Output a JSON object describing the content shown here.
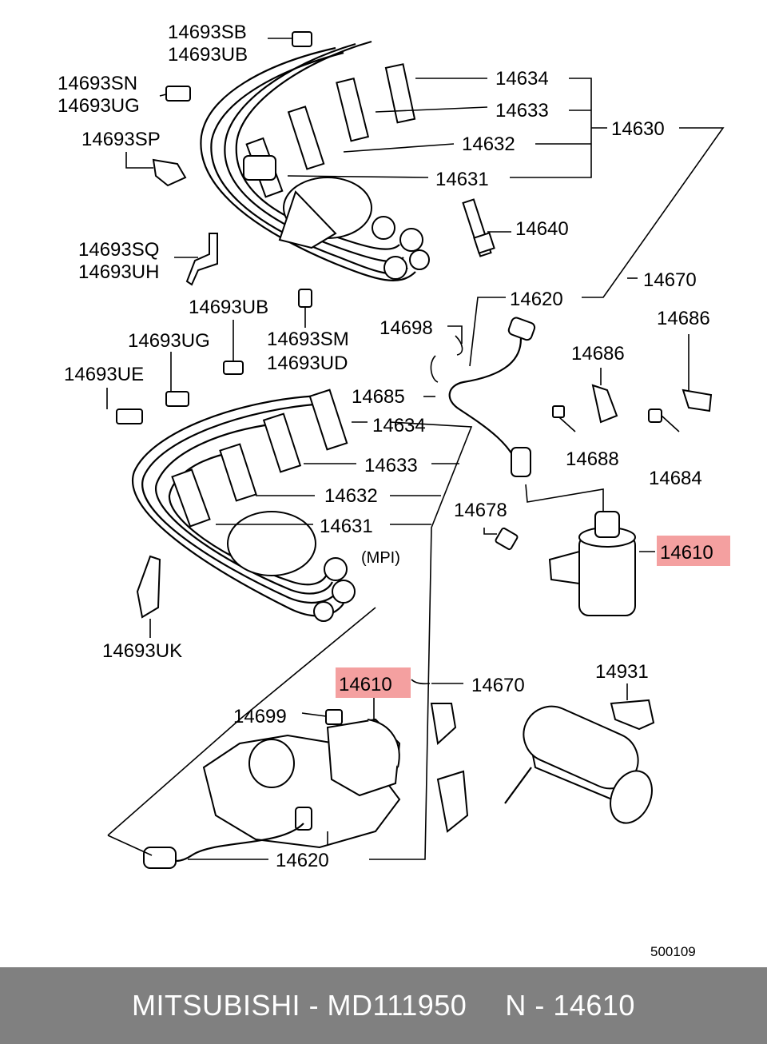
{
  "labels": {
    "l14693SB": "14693SB",
    "l14693UB_top": "14693UB",
    "l14693SN": "14693SN",
    "l14693UG_top": "14693UG",
    "l14693SP": "14693SP",
    "l14693SQ": "14693SQ",
    "l14693UH": "14693UH",
    "l14693UB_mid": "14693UB",
    "l14693SM": "14693SM",
    "l14693UD": "14693UD",
    "l14693UG_mid": "14693UG",
    "l14693UE": "14693UE",
    "l14693UK": "14693UK",
    "l14634_top": "14634",
    "l14633_top": "14633",
    "l14632_top": "14632",
    "l14631_top": "14631",
    "l14630": "14630",
    "l14640": "14640",
    "l14620_top": "14620",
    "l14670_top": "14670",
    "l14698": "14698",
    "l14686_a": "14686",
    "l14686_b": "14686",
    "l14685": "14685",
    "l14634_mid": "14634",
    "l14633_mid": "14633",
    "l14632_mid": "14632",
    "l14631_mid": "14631",
    "l14688": "14688",
    "l14684": "14684",
    "l14678": "14678",
    "l14610_coil": "14610",
    "mpi": "(MPI)",
    "l14610_dist": "14610",
    "l14670_bottom": "14670",
    "l14931": "14931",
    "l14699": "14699",
    "l14620_bottom": "14620",
    "diagram_code": "500109"
  },
  "footer": {
    "brand_part": "MITSUBISHI - MD111950",
    "ref": "N - 14610"
  },
  "colors": {
    "highlight": "#f4a0a0",
    "footer_bg": "#808080",
    "footer_text": "#ffffff"
  }
}
